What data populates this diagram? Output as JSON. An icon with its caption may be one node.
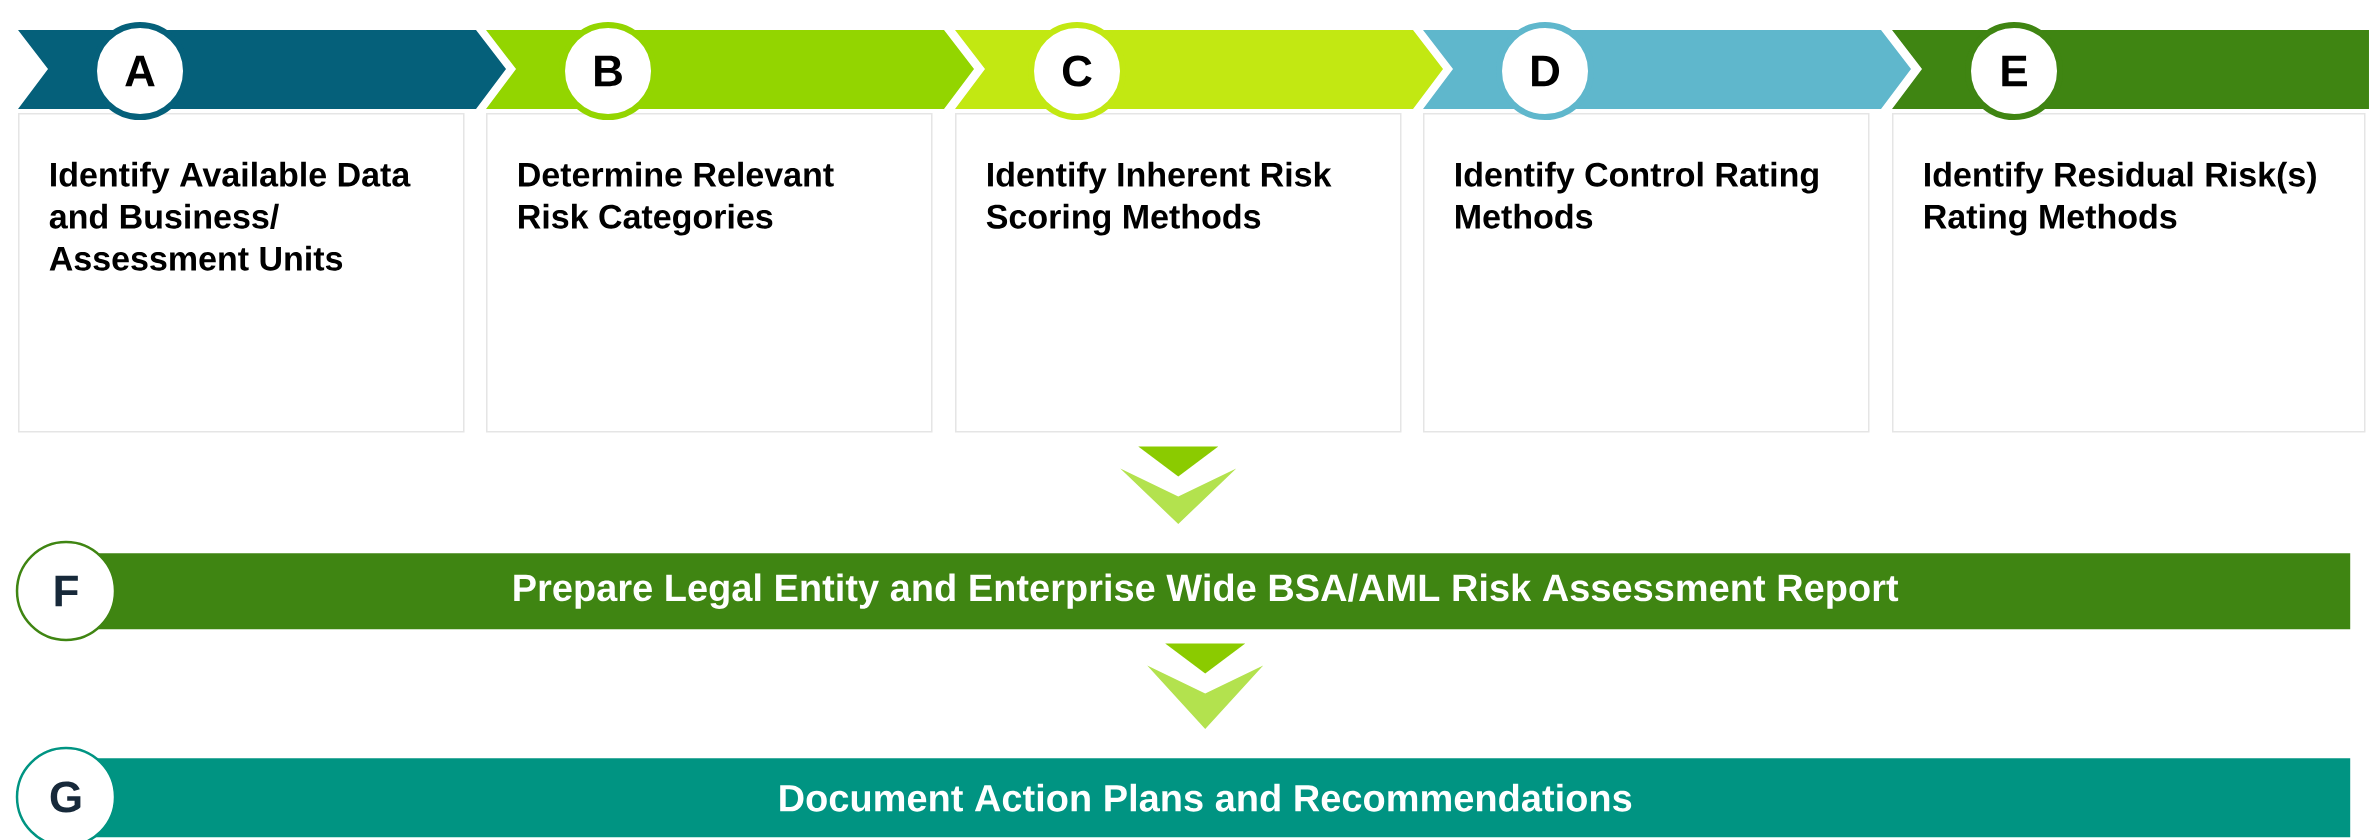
{
  "diagram": {
    "nodes": [
      {
        "text": [
          "A",
          "Identify Available Data and Business/ Assessment Units"
        ]
      },
      {
        "text": [
          "B",
          "Determine Relevant Risk Categories"
        ]
      },
      {
        "text": [
          "C",
          "Identify Inherent Risk Scoring Methods"
        ]
      },
      {
        "text": [
          "D",
          "Identify Control Rating Methods"
        ]
      },
      {
        "text": [
          "E",
          "Identify Residual Risk(s) Rating Methods"
        ]
      },
      {
        "text": [
          "F",
          "Prepare Legal Entity and Enterprise Wide BSA/AML Risk Assessment Report"
        ]
      },
      {
        "text": [
          "G",
          "Document Action Plans and Recommendations"
        ]
      }
    ],
    "edges": [
      {
        "from": 2,
        "to": 5,
        "arrow": "to"
      },
      {
        "from": 5,
        "to": 6,
        "arrow": "to"
      }
    ]
  }
}
